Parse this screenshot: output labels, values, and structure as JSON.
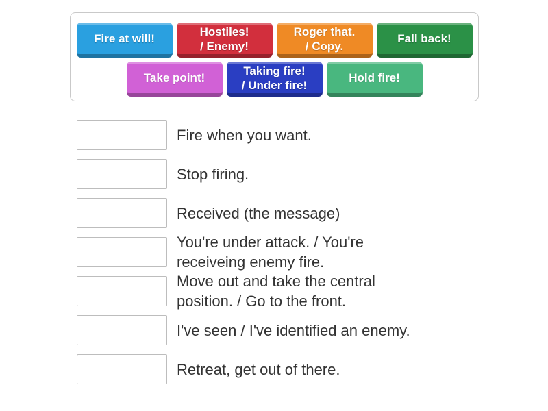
{
  "bank": {
    "tiles": [
      {
        "label": "Fire at will!",
        "color": "#2aa0e0"
      },
      {
        "label": "Hostiles!\n/ Enemy!",
        "color": "#d22f3d"
      },
      {
        "label": "Roger that.\n/ Copy.",
        "color": "#ef8a25"
      },
      {
        "label": "Fall back!",
        "color": "#2b9147"
      },
      {
        "label": "Take point!",
        "color": "#d161d6"
      },
      {
        "label": "Taking fire!\n/ Under fire!",
        "color": "#2a3ec2"
      },
      {
        "label": "Hold fire!",
        "color": "#49b77f"
      }
    ]
  },
  "matches": [
    {
      "text": "Fire when you want."
    },
    {
      "text": "Stop firing."
    },
    {
      "text": "Received (the message)"
    },
    {
      "text": "You're under attack. / You're\nreceiveing enemy fire."
    },
    {
      "text": "Move out and take the central\nposition. / Go to the front."
    },
    {
      "text": "I've seen / I've identified an enemy."
    },
    {
      "text": "Retreat, get out of there."
    }
  ]
}
